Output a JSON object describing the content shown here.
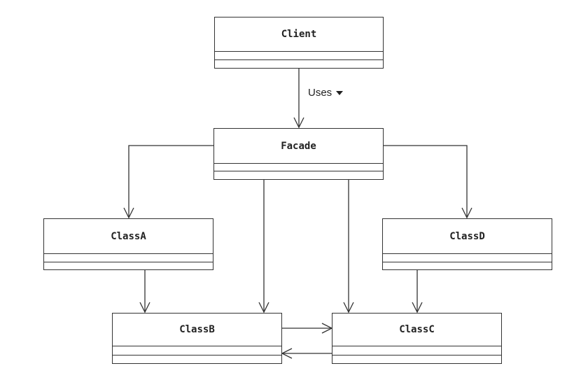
{
  "diagram": {
    "classes": {
      "client": "Client",
      "facade": "Facade",
      "class_a": "ClassA",
      "class_b": "ClassB",
      "class_c": "ClassC",
      "class_d": "ClassD"
    },
    "relations": {
      "client_to_facade_label": "Uses"
    },
    "colors": {
      "line": "#333333",
      "box_fill": "#ffffff",
      "text": "#222222"
    }
  }
}
